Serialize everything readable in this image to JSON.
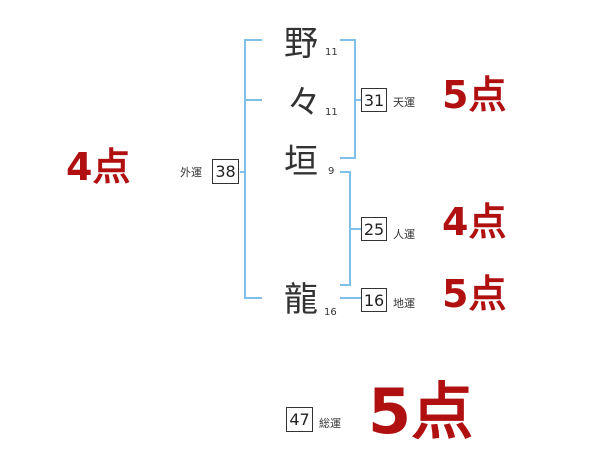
{
  "name_chars": [
    {
      "char": "野",
      "strokes": "11"
    },
    {
      "char": "々",
      "strokes": "11"
    },
    {
      "char": "垣",
      "strokes": "9"
    },
    {
      "char": "龍",
      "strokes": "16"
    }
  ],
  "fortunes": {
    "ten": {
      "label": "天運",
      "value": "31",
      "score": "5点"
    },
    "jin": {
      "label": "人運",
      "value": "25",
      "score": "4点"
    },
    "chi": {
      "label": "地運",
      "value": "16",
      "score": "5点"
    },
    "gai": {
      "label": "外運",
      "value": "38",
      "score": "4点"
    },
    "sou": {
      "label": "総運",
      "value": "47",
      "score": "5点"
    }
  },
  "colors": {
    "bracket": "#7ec0e8",
    "score": "#b01010"
  }
}
